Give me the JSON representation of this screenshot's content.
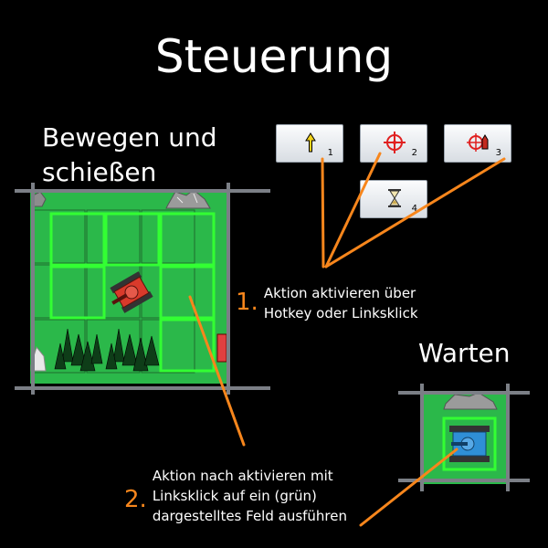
{
  "title": "Steuerung",
  "move_heading": {
    "line1": "Bewegen und",
    "line2": "schießen"
  },
  "wait_heading": "Warten",
  "hotkeys": [
    {
      "num": "1",
      "icon": "move-arrow-icon"
    },
    {
      "num": "2",
      "icon": "crosshair-icon"
    },
    {
      "num": "3",
      "icon": "missile-icon"
    },
    {
      "num": "4",
      "icon": "hourglass-icon"
    }
  ],
  "steps": [
    {
      "num": "1.",
      "line1": "Aktion aktivieren über",
      "line2": "Hotkey oder Linksklick"
    },
    {
      "num": "2.",
      "line1": "Aktion nach aktivieren mit",
      "line2": "Linksklick auf ein (grün)",
      "line3": "dargestelltes Feld ausführen"
    }
  ],
  "colors": {
    "accent": "#f7861c",
    "highlight": "#33ff33",
    "field": "#2bb84a",
    "tank": "#d93a2b",
    "tank_blue": "#2f8fd6"
  }
}
